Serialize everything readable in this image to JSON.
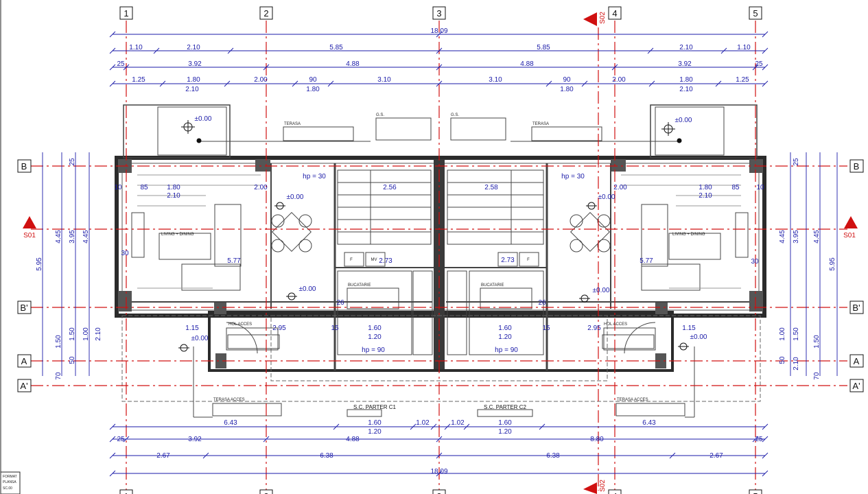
{
  "grid": {
    "vertical": [
      "1",
      "2",
      "3",
      "4",
      "5"
    ],
    "horizontal_left": [
      "B",
      "B'",
      "A",
      "A'"
    ],
    "horizontal_right": [
      "B",
      "B'",
      "A",
      "A'"
    ]
  },
  "sections": {
    "s01_left": "S01",
    "s01_right": "S01",
    "s02_top": "S02",
    "s02_bottom": "S02"
  },
  "dims_top": {
    "overall": "18.09",
    "row1": [
      "1.10",
      "2.10",
      "5.85",
      "5.85",
      "2.10",
      "1.10"
    ],
    "row2": [
      "25",
      "3.92",
      "4.88",
      "4.88",
      "3.92",
      "25"
    ],
    "row3": [
      "1.25",
      "1.80",
      "2.00",
      "90",
      "3.10",
      "3.10",
      "90",
      "2.00",
      "1.80",
      "1.25"
    ],
    "row3_sub": [
      "2.10",
      "1.80",
      "1.80",
      "2.10"
    ]
  },
  "dims_bottom": {
    "row1": [
      "6.43",
      "1.60",
      "1.02",
      "1.02",
      "1.60",
      "6.43"
    ],
    "row1_sub": [
      "1.20",
      "1.20"
    ],
    "row2": [
      "25",
      "3.92",
      "4.88",
      "8.80",
      "25"
    ],
    "row3": [
      "2.67",
      "6.38",
      "6.38",
      "2.67"
    ],
    "overall": "18.09"
  },
  "dims_left": {
    "outer": "5.95",
    "mid": [
      "4.45",
      "1.50",
      "70"
    ],
    "inner": [
      "3.95",
      "1.50",
      "50"
    ],
    "inner2": [
      "4.45",
      "1.00",
      "2.10"
    ],
    "top_small": "25"
  },
  "dims_right": {
    "outer": "5.95",
    "mid": [
      "4.45",
      "1.50",
      "70"
    ],
    "inner": [
      "3.95",
      "1.50",
      "50"
    ],
    "inner2": [
      "4.45",
      "1.00",
      "2.10"
    ],
    "top_small": "25"
  },
  "interior": {
    "hp30_left": "hp = 30",
    "hp30_right": "hp = 30",
    "hp90_left": "hp = 90",
    "hp90_right": "hp = 90",
    "level": "±0.00",
    "d577": "5.77",
    "d273": "2.73",
    "d295": "2.95",
    "d115": "1.15",
    "d160": "1.60",
    "d120": "1.20",
    "d210": "2.10",
    "d180": "1.80",
    "d200": "2.00",
    "d85": "85",
    "d10": "10",
    "d30": "30",
    "d26": "26",
    "d15": "15",
    "d256": "2.56",
    "d258": "2.58",
    "f_label": "F",
    "mv_label": "MV"
  },
  "rooms": {
    "terasa_left": "TERASA",
    "terasa_right": "TERASA",
    "gs_left": "G.S.",
    "gs_right": "G.S.",
    "living_left": "LIVING + DINING",
    "living_right": "LIVING + DINING",
    "bucatarie_left": "BUCATARIE",
    "bucatarie_right": "BUCATARIE",
    "hol_left": "HOL ACCES",
    "hol_right": "HOL ACCES",
    "terasa_acces_left": "TERASA ACCES",
    "terasa_acces_right": "TERASA ACCES"
  },
  "titles": {
    "left": "S.C. PARTER C1",
    "right": "S.C. PARTER C2"
  },
  "stamp": {
    "line1": "FORMAT",
    "line2": "PLANSA",
    "line3": "SC.00"
  },
  "colors": {
    "dimension": "#1a1aa8",
    "axis": "#d01010",
    "wall": "#2b2b2b",
    "background": "#ffffff"
  }
}
